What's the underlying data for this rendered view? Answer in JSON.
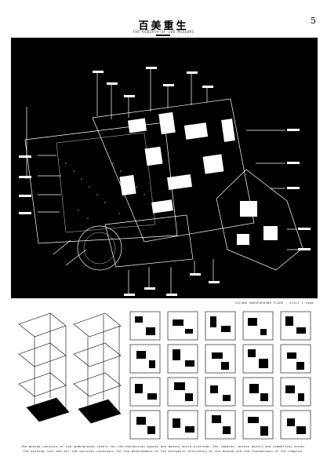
{
  "header": {
    "title": "百美重生",
    "subtitle": "THE REBIRTH OF 100 MUSEUMS",
    "page_number": "5"
  },
  "plan": {
    "caption": "SECOND UNDERGROUND FLOOR · SCALE 1:1000",
    "background_color": "#000000",
    "line_color": "#ffffff"
  },
  "description": {
    "line1": "The museum consists of two underground levels for the exhibition spaces and bodies which protrude, the lobbies, access points and commercial areas.",
    "line2": "The parking lots and all the services necessary for the development of the energetic efficiency of the museum are the foundations of the complex."
  }
}
